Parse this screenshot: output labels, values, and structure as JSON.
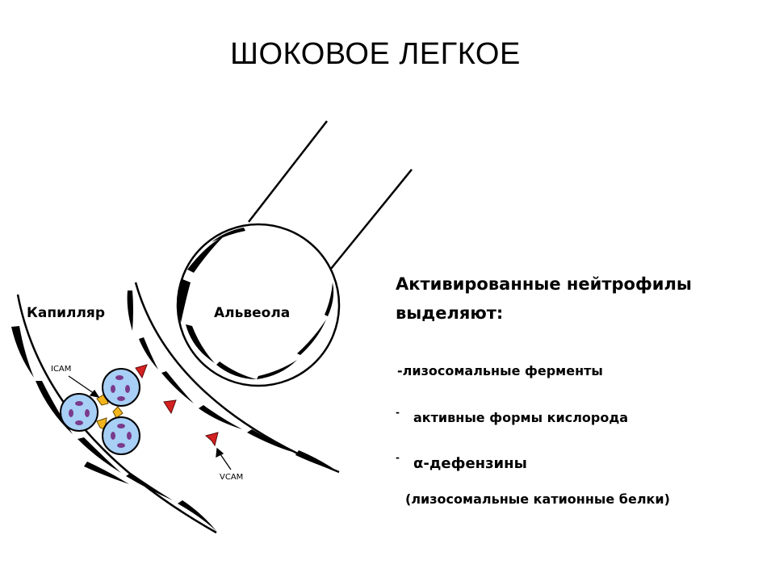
{
  "title": "ШОКОВОЕ ЛЕГКОЕ",
  "diagram": {
    "capillary_label": "Капилляр",
    "alveolus_label": "Альвеола",
    "icam_label": "ICAM",
    "vcam_label": "VCAM"
  },
  "panel": {
    "heading_line1": "Активированные нейтрофилы",
    "heading_line2": "выделяют:",
    "items": [
      "-лизосомальные ферменты",
      "активные формы кислорода",
      "α-дефензины"
    ],
    "note": "(лизосомальные катионные белки)"
  },
  "colors": {
    "neutrophil_fill": "#a8cff5",
    "nucleus": "#7a3a8c",
    "icam_receptor": "#f2b61d",
    "vcam_receptor": "#d42020"
  }
}
